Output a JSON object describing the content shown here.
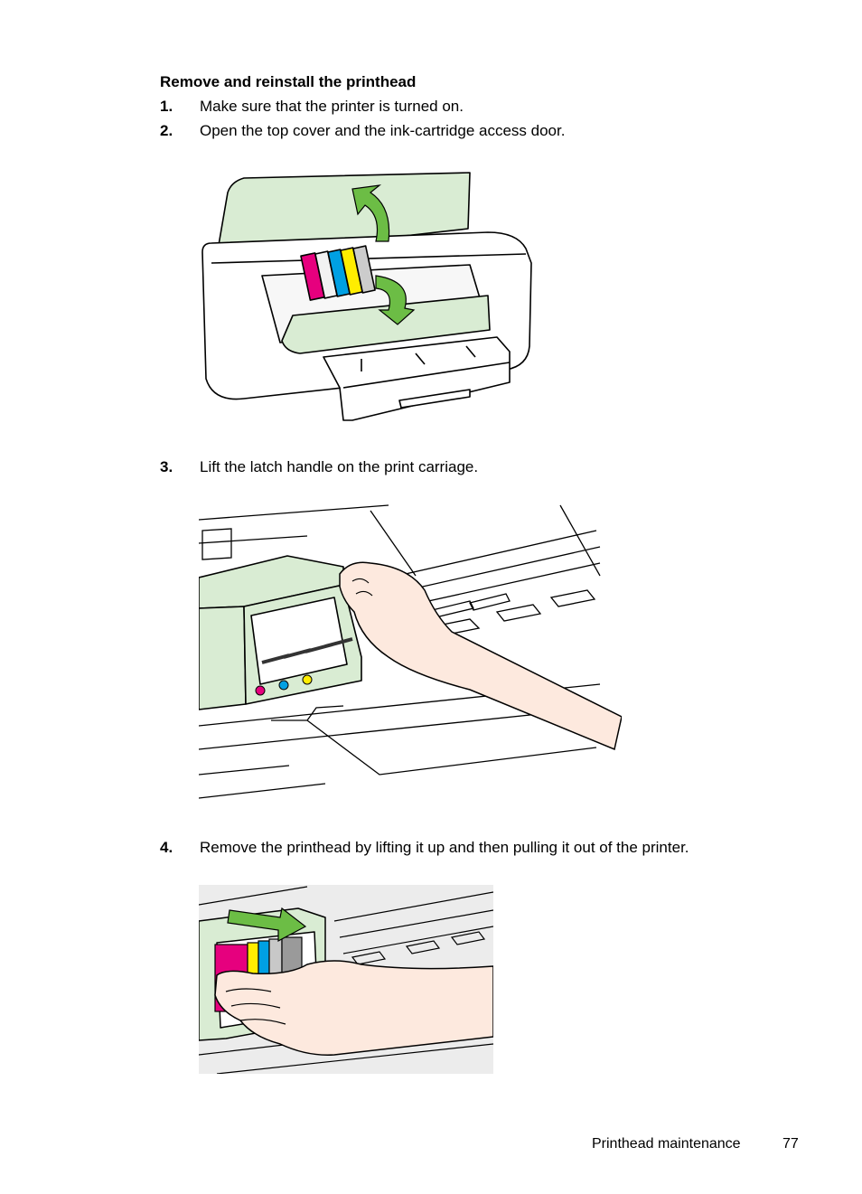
{
  "section": {
    "heading": "Remove and reinstall the printhead"
  },
  "steps": [
    {
      "number": "1.",
      "text": "Make sure that the printer is turned on."
    },
    {
      "number": "2.",
      "text": "Open the top cover and the ink-cartridge access door."
    },
    {
      "number": "3.",
      "text": "Lift the latch handle on the print carriage."
    },
    {
      "number": "4.",
      "text": "Remove the printhead by lifting it up and then pulling it out of the printer."
    }
  ],
  "footer": {
    "section_title": "Printhead maintenance",
    "page_number": "77"
  },
  "colors": {
    "panel_green": "#d9ecd3",
    "arrow_green": "#6cbd45",
    "magenta": "#e6007e",
    "cyan": "#00a0e3",
    "yellow": "#ffed00",
    "skin": "#fde9de"
  }
}
